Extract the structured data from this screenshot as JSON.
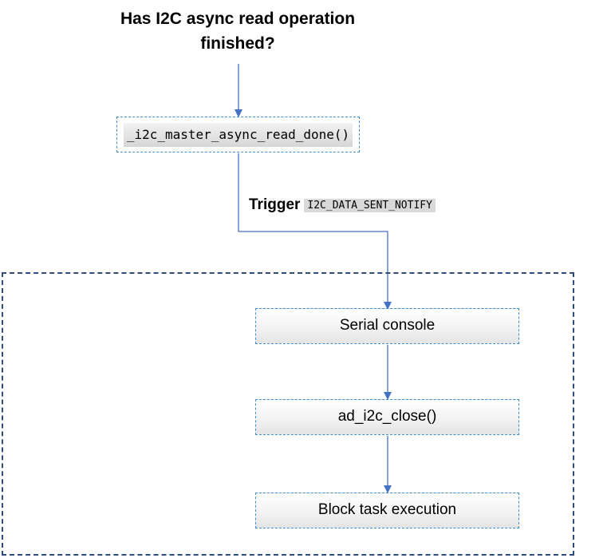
{
  "title": "Has I2C async read operation finished?",
  "function_box": "_i2c_master_async_read_done()",
  "trigger": {
    "word": "Trigger",
    "code": "I2C_DATA_SENT_NOTIFY"
  },
  "steps": [
    "Serial console",
    "ad_i2c_close()",
    "Block task execution"
  ],
  "colors": {
    "arrow": "#4472c4",
    "box_border": "#3d8fd1",
    "group_border": "#2e4d7b"
  }
}
